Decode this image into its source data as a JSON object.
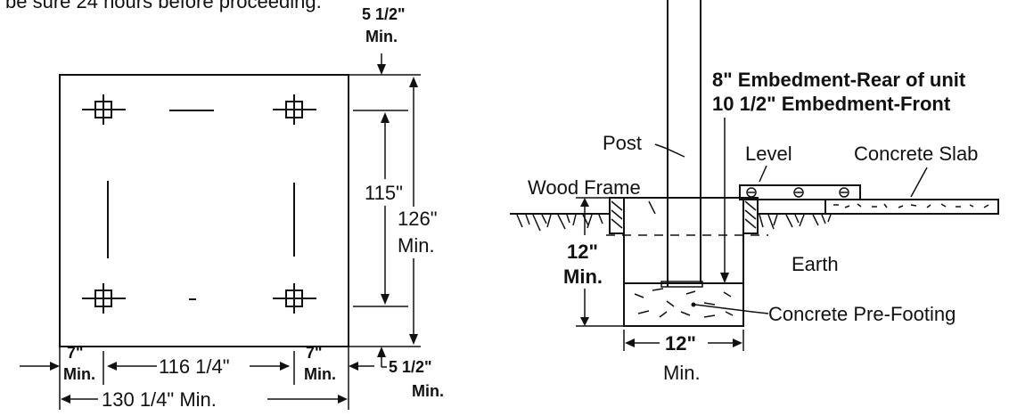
{
  "header_fragment": "be sure 24 hours before proceeding.",
  "plan_view": {
    "top_right_clear": "5 1/2\"",
    "top_right_clear_min": "Min.",
    "anchor_spacing_vertical": "115\"",
    "overall_vertical": "126\"",
    "overall_vertical_min": "Min.",
    "left_clear": "7\"",
    "left_clear_min": "Min.",
    "anchor_spacing_horizontal": "116 1/4\"",
    "right_clear": "7\"",
    "right_clear_min": "Min.",
    "bottom_right_clear": "5 1/2\"",
    "bottom_right_clear_min": "Min.",
    "overall_horizontal": "130 1/4\" Min."
  },
  "section_view": {
    "embedment_rear": "8\" Embedment-Rear of unit",
    "embedment_front": "10 1/2\" Embedment-Front",
    "post": "Post",
    "wood_frame": "Wood Frame",
    "level": "Level",
    "concrete_slab": "Concrete Slab",
    "depth": "12\"",
    "depth_min": "Min.",
    "earth": "Earth",
    "pre_footing": "Concrete Pre-Footing",
    "width": "12\"",
    "width_min": "Min."
  }
}
